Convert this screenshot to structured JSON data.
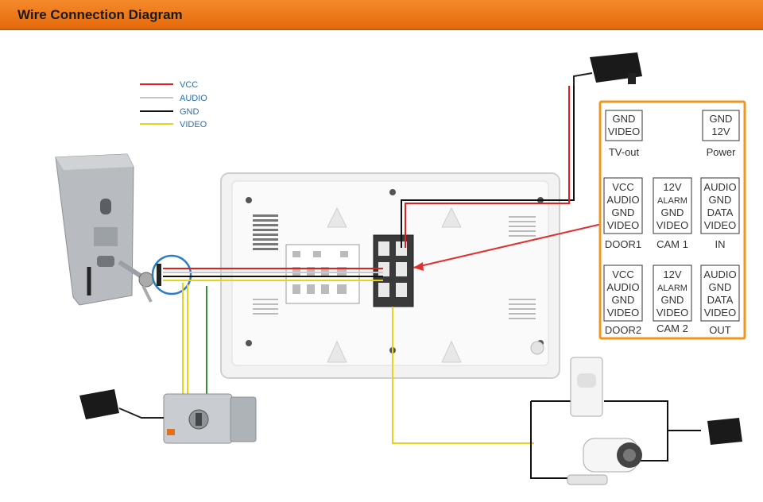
{
  "header": {
    "title": "Wire Connection Diagram"
  },
  "legend": [
    {
      "label": "VCC",
      "color": "#e02020"
    },
    {
      "label": "AUDIO",
      "color": "#c8c8c8"
    },
    {
      "label": "GND",
      "color": "#111111"
    },
    {
      "label": "VIDEO",
      "color": "#e8d21a"
    }
  ],
  "panel": {
    "tv_out": {
      "pins": [
        "GND",
        "VIDEO"
      ],
      "label": "TV-out"
    },
    "power": {
      "pins": [
        "GND",
        "12V"
      ],
      "label": "Power"
    },
    "door1": {
      "pins": [
        "VCC",
        "AUDIO",
        "GND",
        "VIDEO"
      ],
      "label": "DOOR1"
    },
    "cam1": {
      "pins": [
        "12V",
        "ALARM",
        "GND",
        "VIDEO"
      ],
      "label": "CAM 1"
    },
    "in": {
      "pins": [
        "AUDIO",
        "GND",
        "DATA",
        "VIDEO"
      ],
      "label": "IN"
    },
    "door2": {
      "pins": [
        "VCC",
        "AUDIO",
        "GND",
        "VIDEO"
      ],
      "label": "DOOR2"
    },
    "cam2": {
      "pins": [
        "12V",
        "ALARM",
        "GND",
        "VIDEO"
      ],
      "label": "CAM 2"
    },
    "out": {
      "pins": [
        "AUDIO",
        "GND",
        "DATA",
        "VIDEO"
      ],
      "label": "OUT"
    }
  }
}
